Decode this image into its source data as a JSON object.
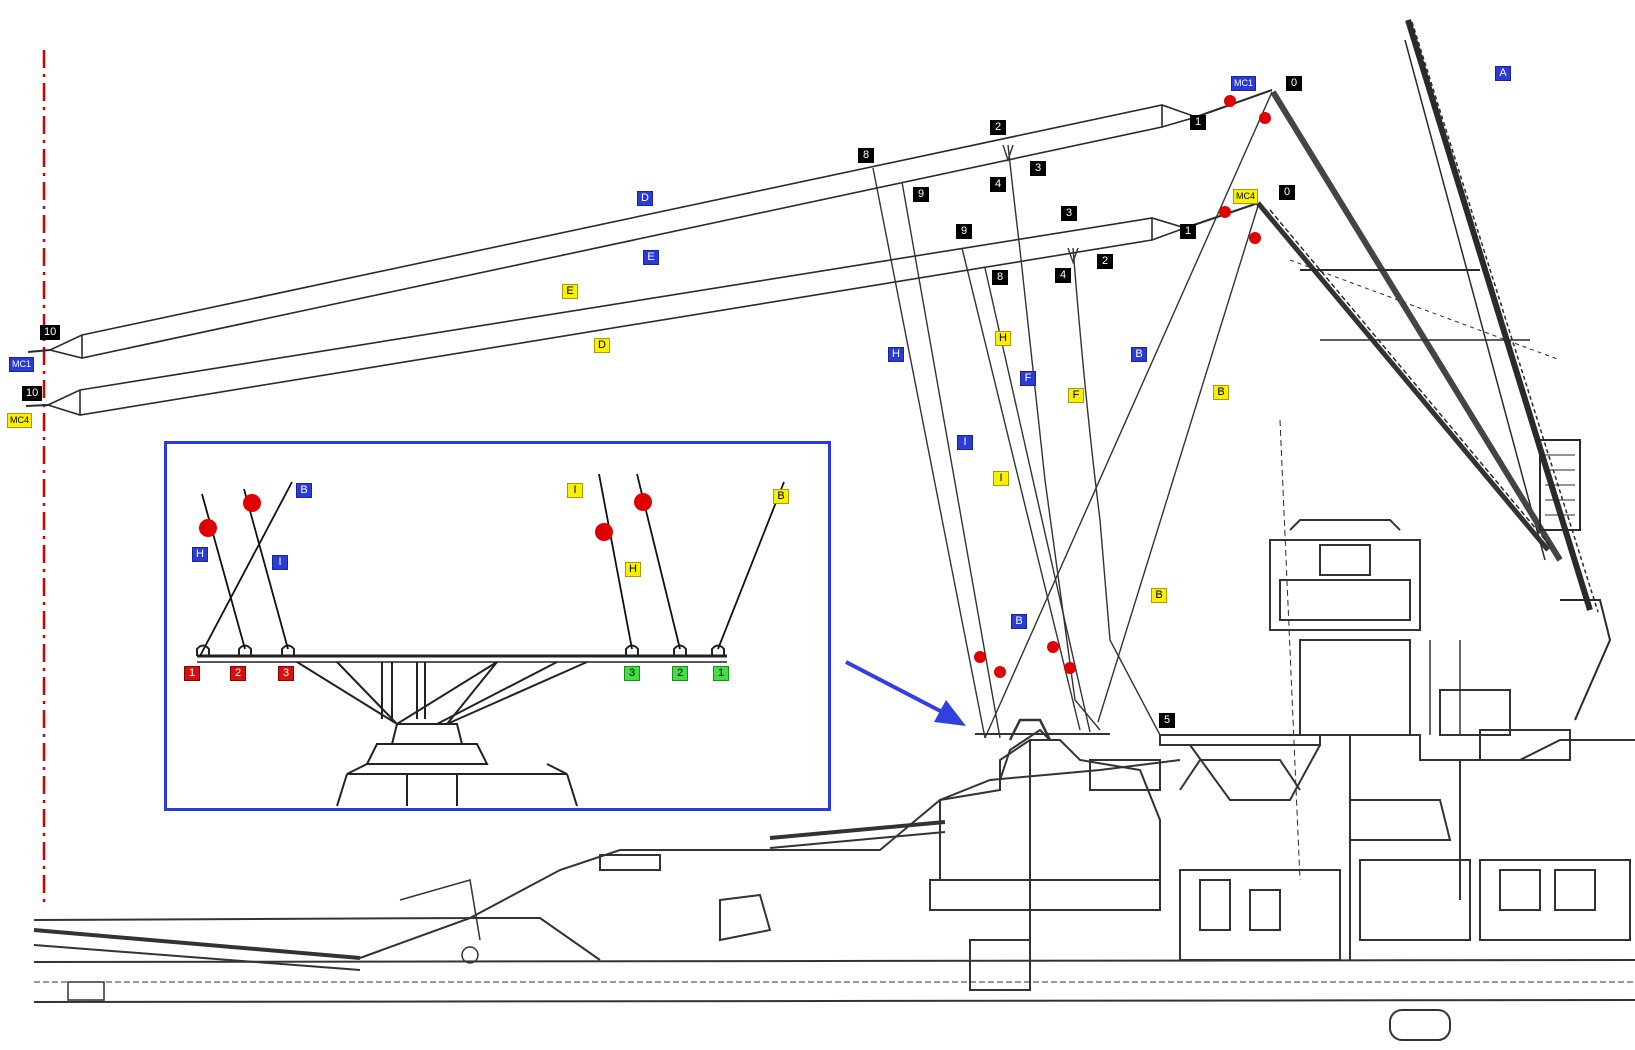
{
  "colors": {
    "rope": "#222222",
    "hull": "#333333",
    "marker": "#e00000",
    "centerline": "#d40000",
    "arrow": "#3340e0",
    "inset_border": "#2b3bd6",
    "blue_tag": "#2b3bd6",
    "yellow_tag": "#f8f000",
    "black_tag": "#000000",
    "red_tag": "#d61010",
    "green_tag": "#44dd44"
  },
  "labels": {
    "mc1_right": "MC1",
    "mc1_left": "MC1",
    "mc4_right": "MC4",
    "mc4_left": "MC4",
    "a": "A",
    "b_blue_1": "B",
    "b_blue_2": "B",
    "b_blue_inset": "B",
    "b_yellow_1": "B",
    "b_yellow_2": "B",
    "b_yellow_inset": "B",
    "d_blue": "D",
    "d_yellow": "D",
    "e_blue": "E",
    "e_yellow": "E",
    "f_blue": "F",
    "f_yellow": "F",
    "h_blue": "H",
    "h_yellow": "H",
    "h_blue_inset": "H",
    "h_yellow_inset": "H",
    "i_blue": "I",
    "i_yellow": "I",
    "i_blue_inset": "I",
    "i_yellow_inset": "I",
    "upper_0": "0",
    "upper_1": "1",
    "upper_2": "2",
    "upper_3": "3",
    "upper_4": "4",
    "upper_8": "8",
    "upper_9": "9",
    "upper_10": "10",
    "lower_0": "0",
    "lower_1": "1",
    "lower_2": "2",
    "lower_3": "3",
    "lower_4": "4",
    "lower_8": "8",
    "lower_9": "9",
    "lower_10": "10",
    "deck_5": "5",
    "red_1": "1",
    "red_2": "2",
    "red_3": "3",
    "green_3": "3",
    "green_2": "2",
    "green_1": "1"
  }
}
